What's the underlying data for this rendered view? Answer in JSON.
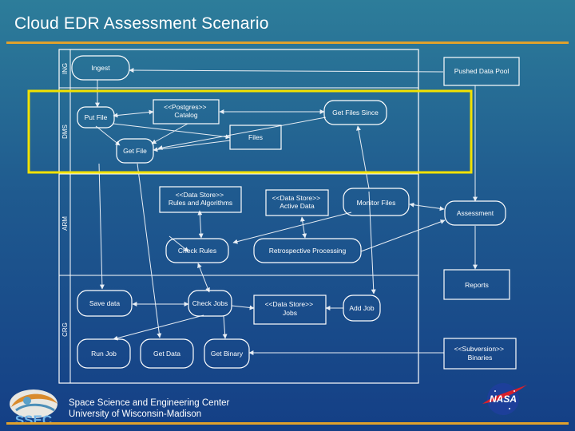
{
  "slide": {
    "title": "Cloud EDR Assessment Scenario",
    "footer_line1": "Space Science and Engineering Center",
    "footer_line2": "University of Wisconsin-Madison"
  },
  "colors": {
    "accent_rule": "#e0a12c",
    "highlight_box": "#f2e200",
    "background_top": "#2d7d9a",
    "background_bottom": "#143f86"
  },
  "lanes": {
    "ing": "ING",
    "dms": "DMS",
    "arm": "ARM",
    "crg": "CRG"
  },
  "nodes": {
    "ingest": [
      "Ingest"
    ],
    "pushed_data_pool": [
      "Pushed Data Pool"
    ],
    "put_file": [
      "Put File"
    ],
    "postgres_catalog": [
      "<<Postgres>>",
      "Catalog"
    ],
    "get_files_since": [
      "Get Files Since"
    ],
    "files": [
      "Files"
    ],
    "get_file": [
      "Get File"
    ],
    "rules_algorithms": [
      "<<Data Store>>",
      "Rules and Algorithms"
    ],
    "active_data": [
      "<<Data Store>>",
      "Active Data"
    ],
    "monitor_files": [
      "Monitor Files"
    ],
    "assessment": [
      "Assessment"
    ],
    "check_rules": [
      "Check Rules"
    ],
    "retrospective_processing": [
      "Retrospective Processing"
    ],
    "reports": [
      "Reports"
    ],
    "save_data": [
      "Save data"
    ],
    "check_jobs": [
      "Check Jobs"
    ],
    "jobs": [
      "<<Data Store>>",
      "Jobs"
    ],
    "add_job": [
      "Add Job"
    ],
    "subversion_binaries": [
      "<<Subversion>>",
      "Binaries"
    ],
    "run_job": [
      "Run Job"
    ],
    "get_data": [
      "Get Data"
    ],
    "get_binary": [
      "Get Binary"
    ]
  },
  "logos": {
    "ssec": "SSEC",
    "nasa": "NASA"
  }
}
